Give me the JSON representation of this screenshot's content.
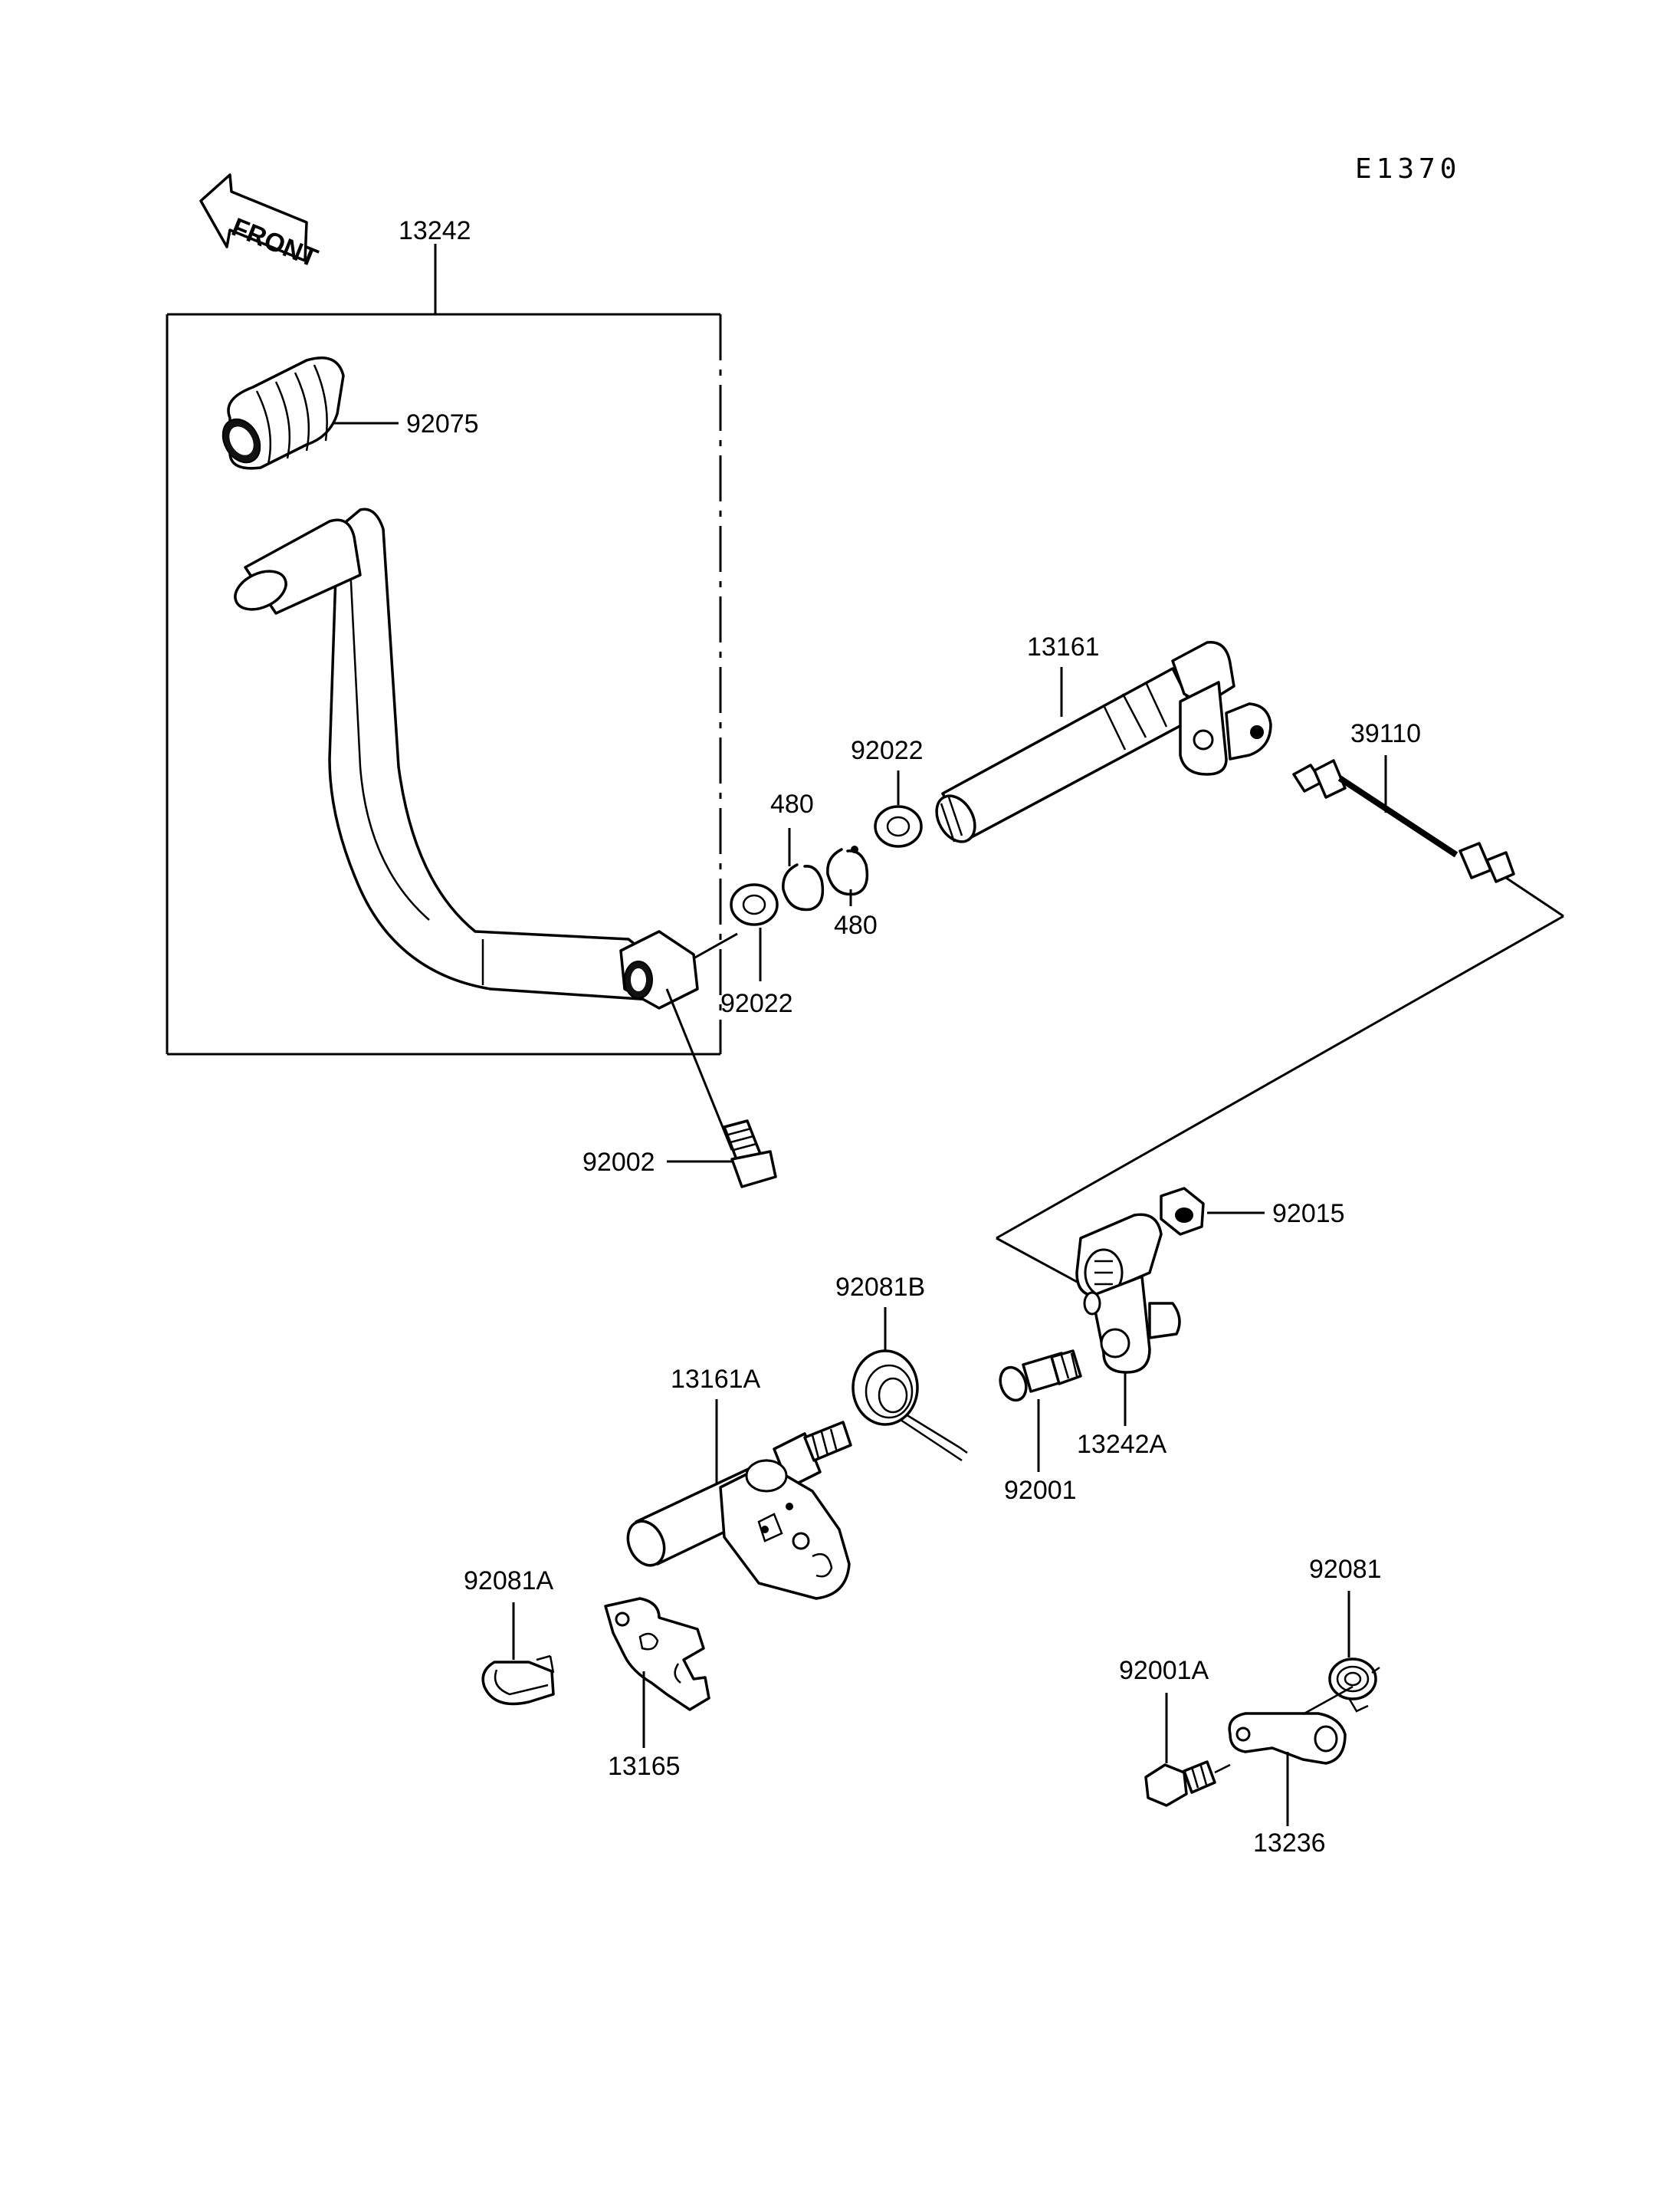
{
  "diagram_code": "E1370",
  "front_label": "FRONT",
  "parts": {
    "p13242": "13242",
    "p92075": "92075",
    "p13161": "13161",
    "p39110": "39110",
    "p92022_top": "92022",
    "p480_top": "480",
    "p480_bottom": "480",
    "p92022_bottom": "92022",
    "p92002": "92002",
    "p92015": "92015",
    "p92081B": "92081B",
    "p13161A": "13161A",
    "p13242A": "13242A",
    "p92001": "92001",
    "p92081A": "92081A",
    "p92081": "92081",
    "p92001A": "92001A",
    "p13165": "13165",
    "p13236": "13236"
  }
}
